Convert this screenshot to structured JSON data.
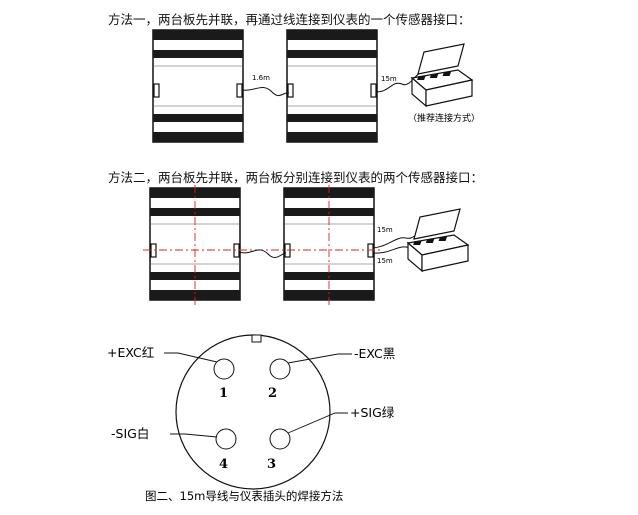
{
  "method1": {
    "title": "方法一，两台板先并联，再通过线连接到仪表的一个传感器接口：",
    "cable_short": "1.6m",
    "cable_long": "15m",
    "note": "（推荐连接方式）"
  },
  "method2": {
    "title": "方法二，两台板先并联，两台板分别连接到仪表的两个传感器接口：",
    "cable_a": "15m",
    "cable_b": "15m"
  },
  "connector": {
    "pins": [
      {
        "number": "1",
        "signal": "+EXC红"
      },
      {
        "number": "2",
        "signal": "-EXC黑"
      },
      {
        "number": "3",
        "signal": "+SIG绿"
      },
      {
        "number": "4",
        "signal": "-SIG白"
      }
    ],
    "caption": "图二、15m导线与仪表插头的焊接方法"
  },
  "colors": {
    "line": "#111111",
    "dash": "#e02020",
    "band": "#1a1a1a"
  }
}
